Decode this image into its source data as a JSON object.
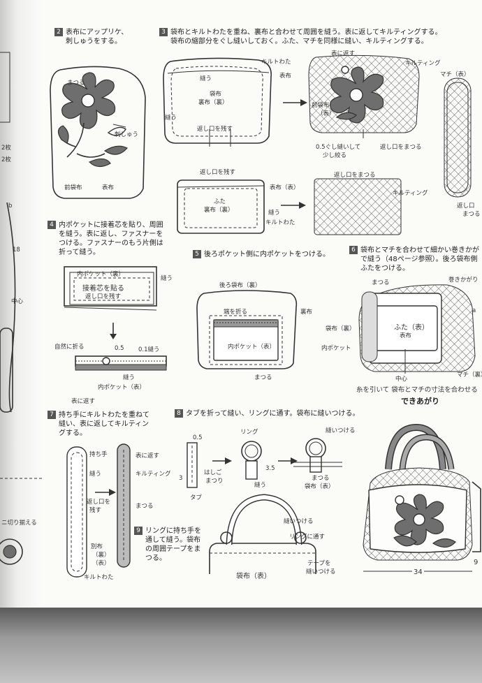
{
  "margin_marks": {
    "a": "2枚",
    "b": "2枚",
    "c": "b",
    "d": "18",
    "e": "中心",
    "f": "ニ切り揃える"
  },
  "steps": [
    {
      "num": "2",
      "line1": "表布にアップリケ、",
      "line2": "刺しゅうをする。"
    },
    {
      "num": "3",
      "line1": "袋布とキルトわたを重ね、裏布と合わせて周囲を縫う。表に返してキルティングする。",
      "line2": "袋布の縮部分をぐし縫いしておく。ふた、マチを同様に縫い、キルティングする。"
    },
    {
      "num": "4",
      "line1": "内ポケットに接着芯を貼り、周囲",
      "line2": "を縫う。表に返し、ファスナーを",
      "line3": "つける。ファスナーのもう片側は",
      "line4": "折って縫う。"
    },
    {
      "num": "5",
      "line1": "後ろポケット側に内ポケットをつける。"
    },
    {
      "num": "6",
      "line1": "袋布とマチを合わせて細かい巻きかが",
      "line2": "で縫う（48ページ参照）。後ろ袋布側",
      "line3": "ふたをつける。"
    },
    {
      "num": "7",
      "line1": "持ち手にキルトわたを重ねて",
      "line2": "縫い、表に返してキルティン",
      "line3": "グする。"
    },
    {
      "num": "8",
      "line1": "タブを折って縫い、リングに通す。袋布に縫いつける。"
    },
    {
      "num": "9",
      "line1": "リングに持ち手を",
      "line2": "通して縫う。袋布",
      "line3": "の周囲テープをま",
      "line4": "つる。"
    }
  ],
  "labels": {
    "s2": {
      "matsuru": "まつる",
      "shishu": "刺しゅう",
      "maebukuro": "前袋布",
      "omote": "表布"
    },
    "s3a": {
      "kilt": "キルトわた",
      "omote": "表布",
      "nuu": "縫う",
      "fukuro": "袋布",
      "ura": "裏布（裏）",
      "nuu2": "縫う",
      "kaeshi": "返し口を残す"
    },
    "s3b": {
      "kaesu": "表に返す",
      "kilting": "キルティング",
      "mae": "前袋布",
      "mae2": "（表）",
      "gushi": "0.5ぐし縫いして",
      "gushi2": "少し絞る",
      "kaeshi": "返し口をまつる"
    },
    "s3c": {
      "machi": "マチ（表）",
      "kaeshi": "返し口",
      "matsuru": "まつる"
    },
    "s3d": {
      "kaeshi": "返し口を残す",
      "omote": "表布（表）",
      "futa": "ふた",
      "ura": "裏布（裏）",
      "nuu": "縫う",
      "kilt": "キルトわた"
    },
    "s3e": {
      "kaeshi": "返し口をまつる",
      "kilting": "キルティング"
    },
    "s4": {
      "uchi": "内ポケット（裏）",
      "sechaku": "接着芯を貼る",
      "kaeshi": "返し口を残す",
      "nuu": "縫う",
      "shizen": "自然に折る",
      "v05": "0.5",
      "v01": "0.1縫う",
      "nuu2": "縫う",
      "uchi2": "内ポケット（表）",
      "kaesu": "表に返す"
    },
    "s5": {
      "ushiro": "後ろ袋布（裏）",
      "hashi": "端を折る",
      "ura": "裏布",
      "uchi": "内ポケット（表）",
      "matsuru": "まつる"
    },
    "s6": {
      "matsuru": "まつる",
      "maki": "巻きかがり",
      "a": "a",
      "futa": "ふた（表）",
      "futa2": "表布",
      "fukuro": "袋布（裏）",
      "uchi": "内ポケット",
      "chushin": "中心",
      "machi": "マチ（裏）",
      "ito": "糸を引いて 袋布とマチの寸法を合わせる",
      "dekiagari": "できあがり"
    },
    "s7": {
      "mochite": "持ち手",
      "nuu": "縫う",
      "kaeshi": "返し口を",
      "kaeshi2": "残す",
      "betsu": "別布",
      "betsu2": "（裏）",
      "betsu3": "（表）",
      "kilt": "キルトわた",
      "kaesu": "表に返す",
      "kilting": "キルティング",
      "matsuru": "まつる"
    },
    "s8": {
      "v05": "0.5",
      "ring": "リング",
      "hashi": "はしご",
      "hashi2": "まつり",
      "v3": "3",
      "tab": "タブ",
      "nuu": "縫う",
      "v35": "3.5",
      "nuitsukeru": "縫いつける",
      "matsuru": "まつる",
      "fukuro": "袋布（表）"
    },
    "s9": {
      "nuitsukeru": "縫いつける",
      "ring": "リングに通す",
      "tape": "テープを",
      "tape2": "縫いつける",
      "fukuro": "袋布（表）"
    },
    "final": {
      "w": "34",
      "h": "9"
    }
  }
}
